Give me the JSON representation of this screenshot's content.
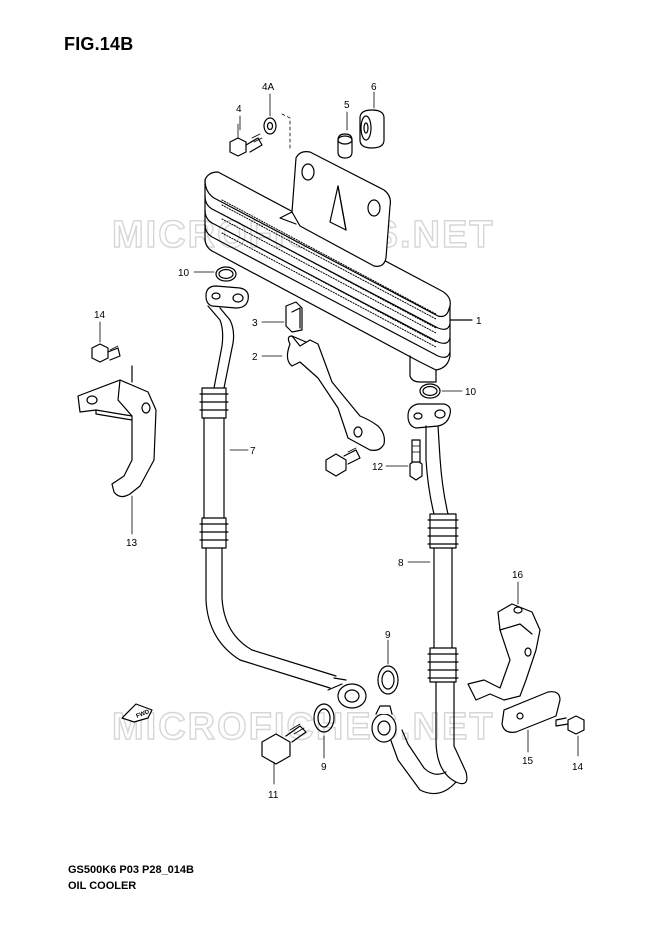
{
  "figure": {
    "title": "FIG.14B",
    "code": "GS500K6 P03 P28_014B",
    "name": "OIL COOLER"
  },
  "watermark": {
    "text": "MICROFICHES.NET",
    "color": "#d8d8d8"
  },
  "direction_badge": "FWD",
  "callouts": {
    "c1": "1",
    "c2": "2",
    "c3": "3",
    "c4": "4",
    "c4a": "4A",
    "c5": "5",
    "c6": "6",
    "c7": "7",
    "c8": "8",
    "c9a": "9",
    "c9b": "9",
    "c10a": "10",
    "c10b": "10",
    "c11": "11",
    "c12": "12",
    "c13": "13",
    "c14a": "14",
    "c14b": "14",
    "c15": "15",
    "c16": "16"
  },
  "colors": {
    "line": "#000000",
    "background": "#ffffff"
  }
}
